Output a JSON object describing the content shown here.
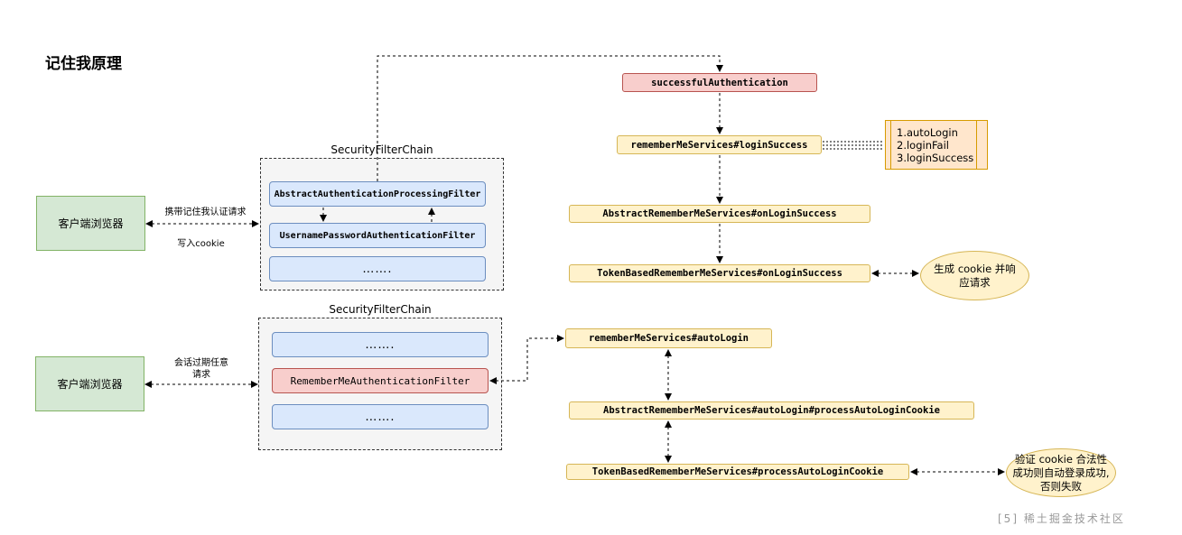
{
  "title": "记住我原理",
  "top_section": {
    "chain_label": "SecurityFilterChain",
    "filters": [
      "AbstractAuthenticationProcessingFilter",
      "UsernamePasswordAuthenticationFilter",
      "……."
    ],
    "browser": "客户端浏览器",
    "request_label": "携带记住我认证请求",
    "response_label": "写入cookie"
  },
  "bottom_section": {
    "chain_label": "SecurityFilterChain",
    "filters": [
      "…….",
      "RememberMeAuthenticationFilter",
      "……."
    ],
    "browser": "客户端浏览器",
    "request_label": "会话过期任意请求"
  },
  "login_flow": {
    "successful": "successfulAuthentication",
    "login_success": "rememberMeServices#loginSuccess",
    "abstract_on_login": "AbstractRememberMeServices#onLoginSuccess",
    "token_on_login": "TokenBasedRememberMeServices#onLoginSuccess",
    "result": "生成 cookie 并响应请求",
    "methods_note": [
      "1.autoLogin",
      "2.loginFail",
      "3.loginSuccess"
    ]
  },
  "auto_flow": {
    "auto_login": "rememberMeServices#autoLogin",
    "abstract_process": "AbstractRememberMeServices#autoLogin#processAutoLoginCookie",
    "token_process": "TokenBasedRememberMeServices#processAutoLoginCookie",
    "result": "验证 cookie 合法性成功则自动登录成功,否则失败"
  },
  "watermark": "[5] 稀土掘金技术社区"
}
